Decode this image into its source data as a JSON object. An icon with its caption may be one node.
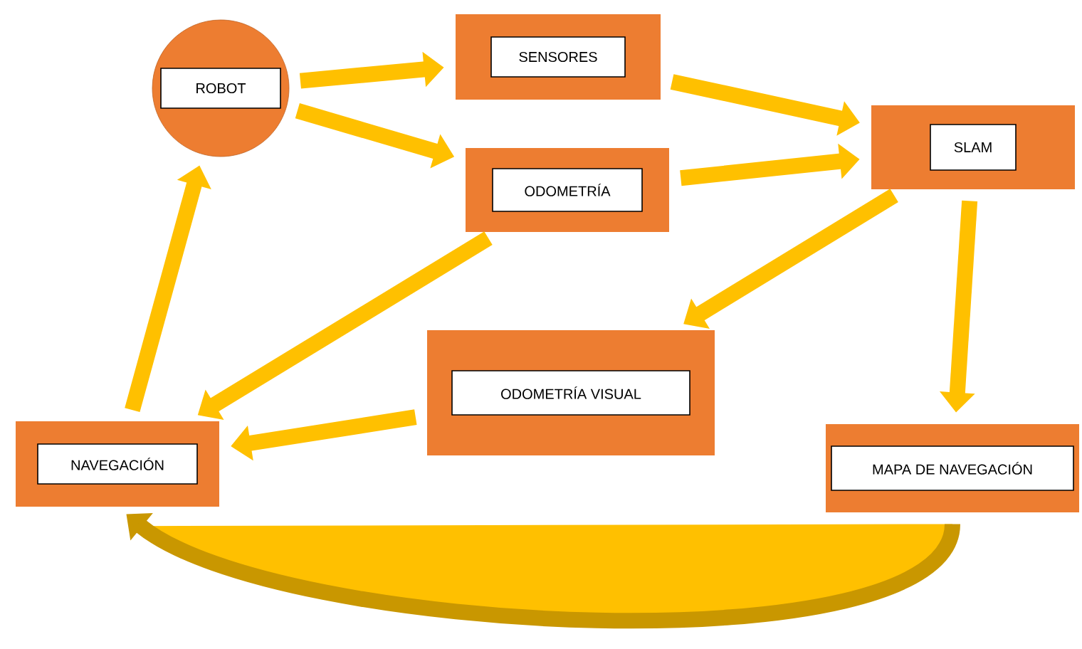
{
  "diagram": {
    "nodes": [
      {
        "text": [
          "ROBOT"
        ]
      },
      {
        "text": [
          "SENSORES"
        ]
      },
      {
        "text": [
          "ODOMETRÍA"
        ]
      },
      {
        "text": [
          "SLAM"
        ]
      },
      {
        "text": [
          "ODOMETRÍA VISUAL"
        ]
      },
      {
        "text": [
          "NAVEGACIÓN"
        ]
      },
      {
        "text": [
          "MAPA DE NAVEGACIÓN"
        ]
      }
    ],
    "edges": [
      {
        "from": 0,
        "to": 1,
        "arrow": "to"
      },
      {
        "from": 0,
        "to": 2,
        "arrow": "to"
      },
      {
        "from": 1,
        "to": 3,
        "arrow": "to"
      },
      {
        "from": 2,
        "to": 3,
        "arrow": "to"
      },
      {
        "from": 3,
        "to": 4,
        "arrow": "to"
      },
      {
        "from": 2,
        "to": 5,
        "arrow": "to"
      },
      {
        "from": 4,
        "to": 5,
        "arrow": "to"
      },
      {
        "from": 5,
        "to": 0,
        "arrow": "to"
      },
      {
        "from": 3,
        "to": 6,
        "arrow": "to"
      },
      {
        "from": 6,
        "to": 5,
        "arrow": "to"
      }
    ]
  }
}
